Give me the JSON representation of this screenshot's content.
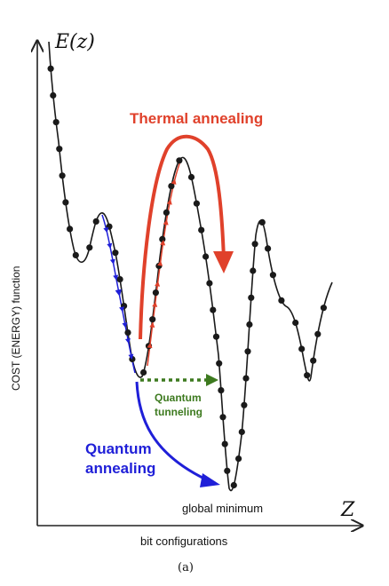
{
  "figure": {
    "y_axis_symbol": "E(z)",
    "x_axis_symbol": "Z",
    "y_axis_label": "COST (ENERGY) function",
    "x_axis_label": "bit configurations",
    "caption": "(a)"
  },
  "annotations": {
    "thermal": "Thermal  annealing",
    "quantum_tunneling_line1": "Quantum",
    "quantum_tunneling_line2": "tunneling",
    "quantum_annealing_line1": "Quantum",
    "quantum_annealing_line2": "annealing",
    "global_minimum": "global  minimum"
  },
  "colors": {
    "axis": "#222222",
    "curve": "#1a1a1a",
    "thermal": "#e0412b",
    "quantum_annealing": "#1f1fd8",
    "quantum_tunneling": "#3d7a1f"
  }
}
